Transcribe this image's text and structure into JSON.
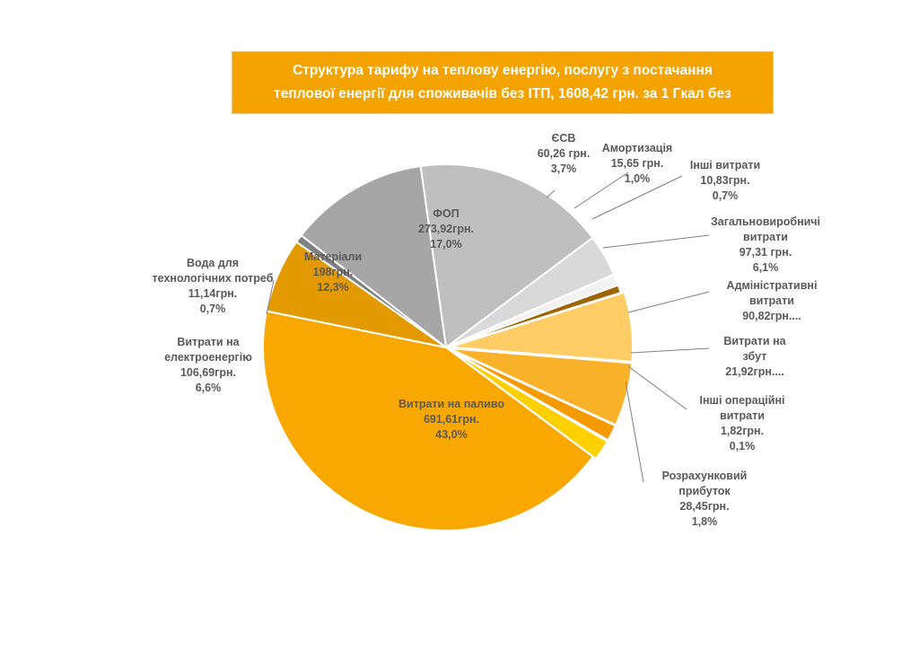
{
  "title": {
    "line1": "Структура тарифу на теплову енергію, послугу з постачання",
    "line2": "теплової енергії для споживачів без ІТП, 1608,42 грн. за 1 Гкал без"
  },
  "chart_data": {
    "type": "pie",
    "title": "Структура тарифу на теплову енергію, послугу з постачання теплової енергії для споживачів без ІТП, 1608,42 грн. за 1 Гкал без",
    "start_angle_deg": 98,
    "direction": "clockwise",
    "slices": [
      {
        "key": "fop",
        "value": 17.0,
        "color": "#bfbfbf",
        "label": [
          "ФОП",
          "273,92грн.",
          "17,0%"
        ]
      },
      {
        "key": "esv",
        "value": 3.7,
        "color": "#d9d9d9",
        "label": [
          "ЄСВ",
          "60,26 грн.",
          "3,7%"
        ]
      },
      {
        "key": "amort",
        "value": 1.0,
        "color": "#f2f2f2",
        "label": [
          "Амортизація",
          "15,65 грн.",
          "1,0%"
        ]
      },
      {
        "key": "other",
        "value": 0.7,
        "color": "#9c6500",
        "label": [
          "Інші витрати",
          "10,83грн.",
          "0,7%"
        ]
      },
      {
        "key": "general",
        "value": 6.1,
        "color": "#ffcc66",
        "label": [
          "Загальновиробничі",
          "витрати",
          "97,31 грн.",
          "6,1%"
        ]
      },
      {
        "key": "admin",
        "value": 5.6,
        "color": "#fbb22b",
        "label": [
          "Адміністративні",
          "витрати",
          "90,82грн...."
        ]
      },
      {
        "key": "sales",
        "value": 1.4,
        "color": "#f59a00",
        "label": [
          "Витрати на",
          "збут",
          "21,92грн...."
        ]
      },
      {
        "key": "otherops",
        "value": 0.1,
        "color": "#ffb000",
        "label": [
          "Інші операційні",
          "витрати",
          "1,82грн.",
          "0,1%"
        ]
      },
      {
        "key": "profit",
        "value": 1.8,
        "color": "#ffd000",
        "label": [
          "Розрахунковий",
          "прибуток",
          "28,45грн.",
          "1,8%"
        ]
      },
      {
        "key": "fuel",
        "value": 43.0,
        "color": "#f8a800",
        "label": [
          "Витрати на паливо",
          "691,61грн.",
          "43,0%"
        ]
      },
      {
        "key": "electric",
        "value": 6.6,
        "color": "#e39900",
        "label": [
          "Витрати на",
          "електроенергію",
          "106,69грн.",
          "6,6%"
        ]
      },
      {
        "key": "water",
        "value": 0.7,
        "color": "#808080",
        "label": [
          "Вода для",
          "технологічних потреб",
          "11,14грн.",
          "0,7%"
        ]
      },
      {
        "key": "materials",
        "value": 12.3,
        "color": "#a6a6a6",
        "label": [
          "Матеріали",
          "198грн.",
          "12,3%"
        ]
      }
    ]
  }
}
